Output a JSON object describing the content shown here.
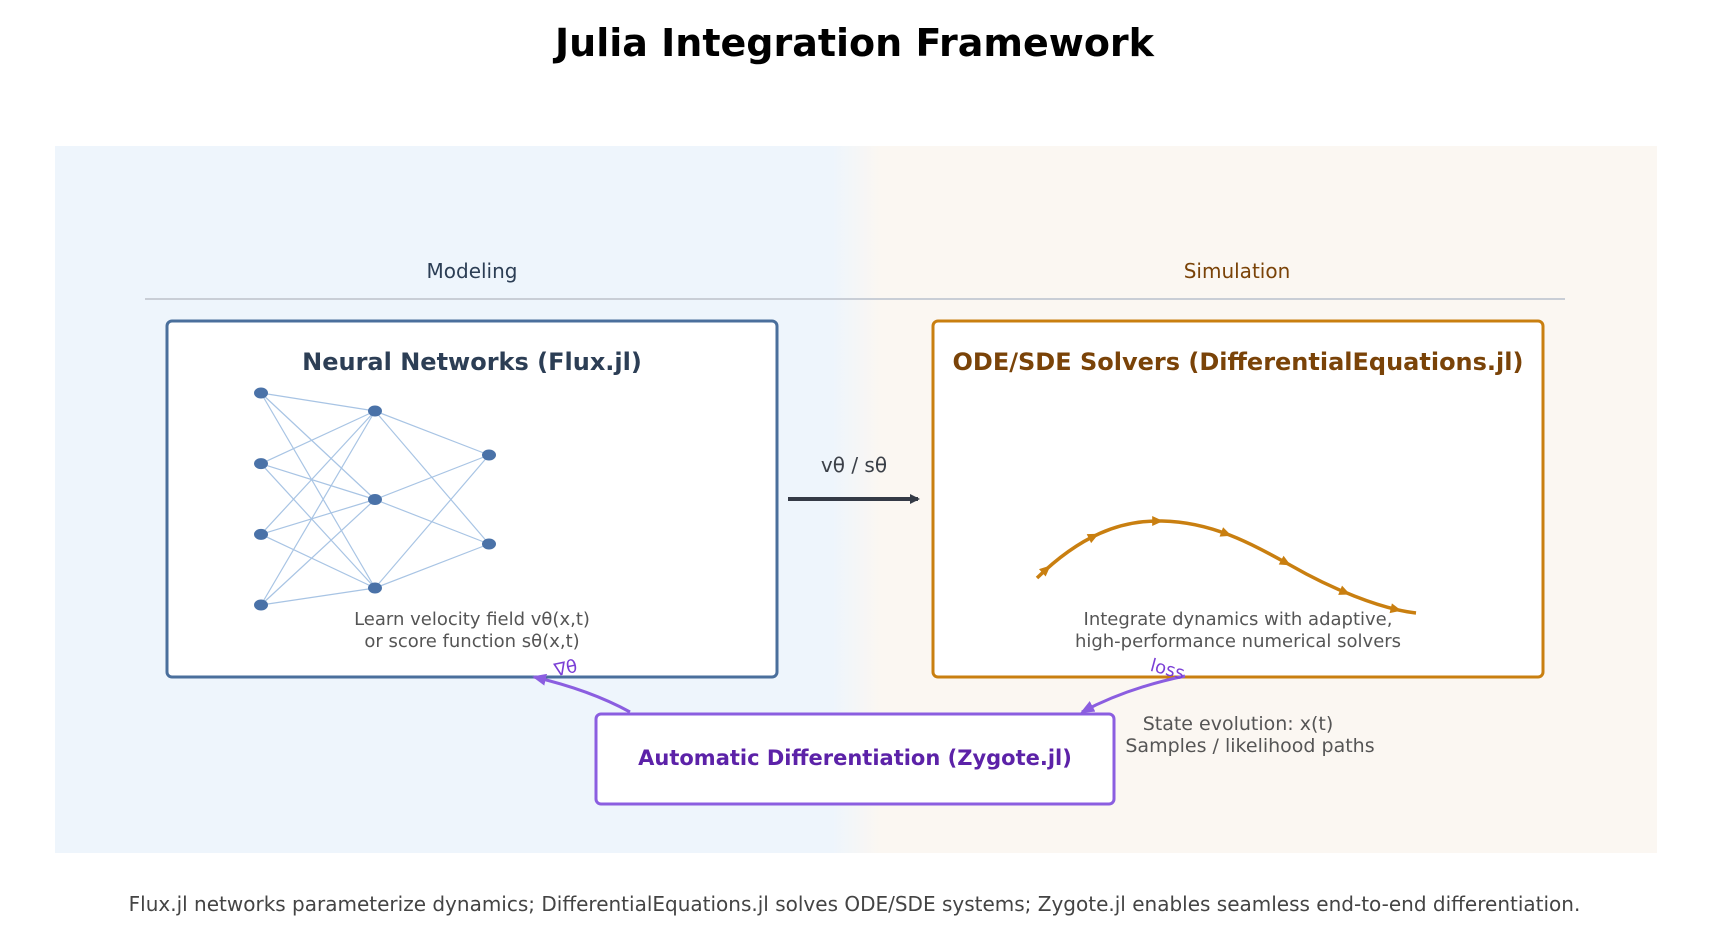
{
  "title": "Julia Integration Framework",
  "sections": {
    "left": "Modeling",
    "right": "Simulation"
  },
  "flux_box": {
    "title": "Neural Networks (Flux.jl)",
    "desc_line1": "Learn velocity field  vθ(x,t)",
    "desc_line2": "or score function  sθ(x,t)",
    "layers": [
      4,
      3,
      2
    ]
  },
  "ode_box": {
    "title": "ODE/SDE Solvers (DifferentialEquations.jl)",
    "desc_line1": "Integrate dynamics with adaptive,",
    "desc_line2": "high-performance numerical solvers"
  },
  "ad_box": {
    "title": "Automatic Differentiation (Zygote.jl)"
  },
  "flow_label": "vθ / sθ",
  "grad_label": "∇θ",
  "loss_label": "loss",
  "state_line1": "State evolution: x(t)",
  "state_line2": "Samples / likelihood paths",
  "caption": "Flux.jl networks parameterize dynamics; DifferentialEquations.jl solves ODE/SDE systems; Zygote.jl enables seamless end-to-end differentiation.",
  "colors": {
    "modeling_bg": "#eef5fc",
    "simulation_bg": "#fbf7f2",
    "flux_border": "#4a6f9c",
    "flux_text": "#2c3e55",
    "ode_border": "#c97f10",
    "ode_text": "#7a4308",
    "ad_border": "#8b5ee0",
    "ad_text": "#5c22a8",
    "nn_node": "#4a72a8",
    "nn_edge": "#a8c4e4"
  }
}
